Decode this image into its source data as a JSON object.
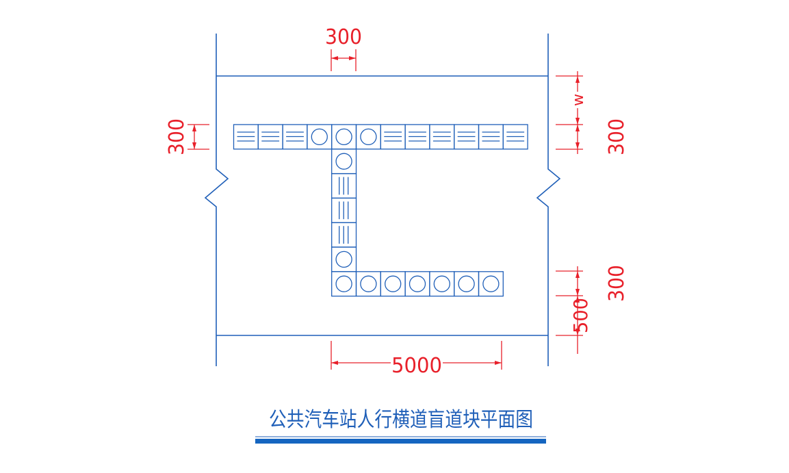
{
  "title": "公共汽车站人行横道盲道块平面图",
  "dimensions": {
    "top_width": "300",
    "left_height": "300",
    "right_w": "w",
    "right_upper": "300",
    "right_lower": "300",
    "right_bottom": "500",
    "bottom_length": "5000"
  },
  "tiles": {
    "top_row": [
      "lines",
      "lines",
      "lines",
      "circle",
      "circle",
      "circle",
      "lines",
      "lines",
      "lines",
      "lines",
      "lines",
      "lines"
    ],
    "stem": [
      "circle",
      "lines",
      "lines",
      "lines",
      "circle"
    ],
    "bottom_row": [
      "circle",
      "circle",
      "circle",
      "circle",
      "circle",
      "circle",
      "circle"
    ]
  },
  "colors": {
    "line": "#1f5fb8",
    "dimension": "#e8202a",
    "title_bar": "#1565c0"
  }
}
